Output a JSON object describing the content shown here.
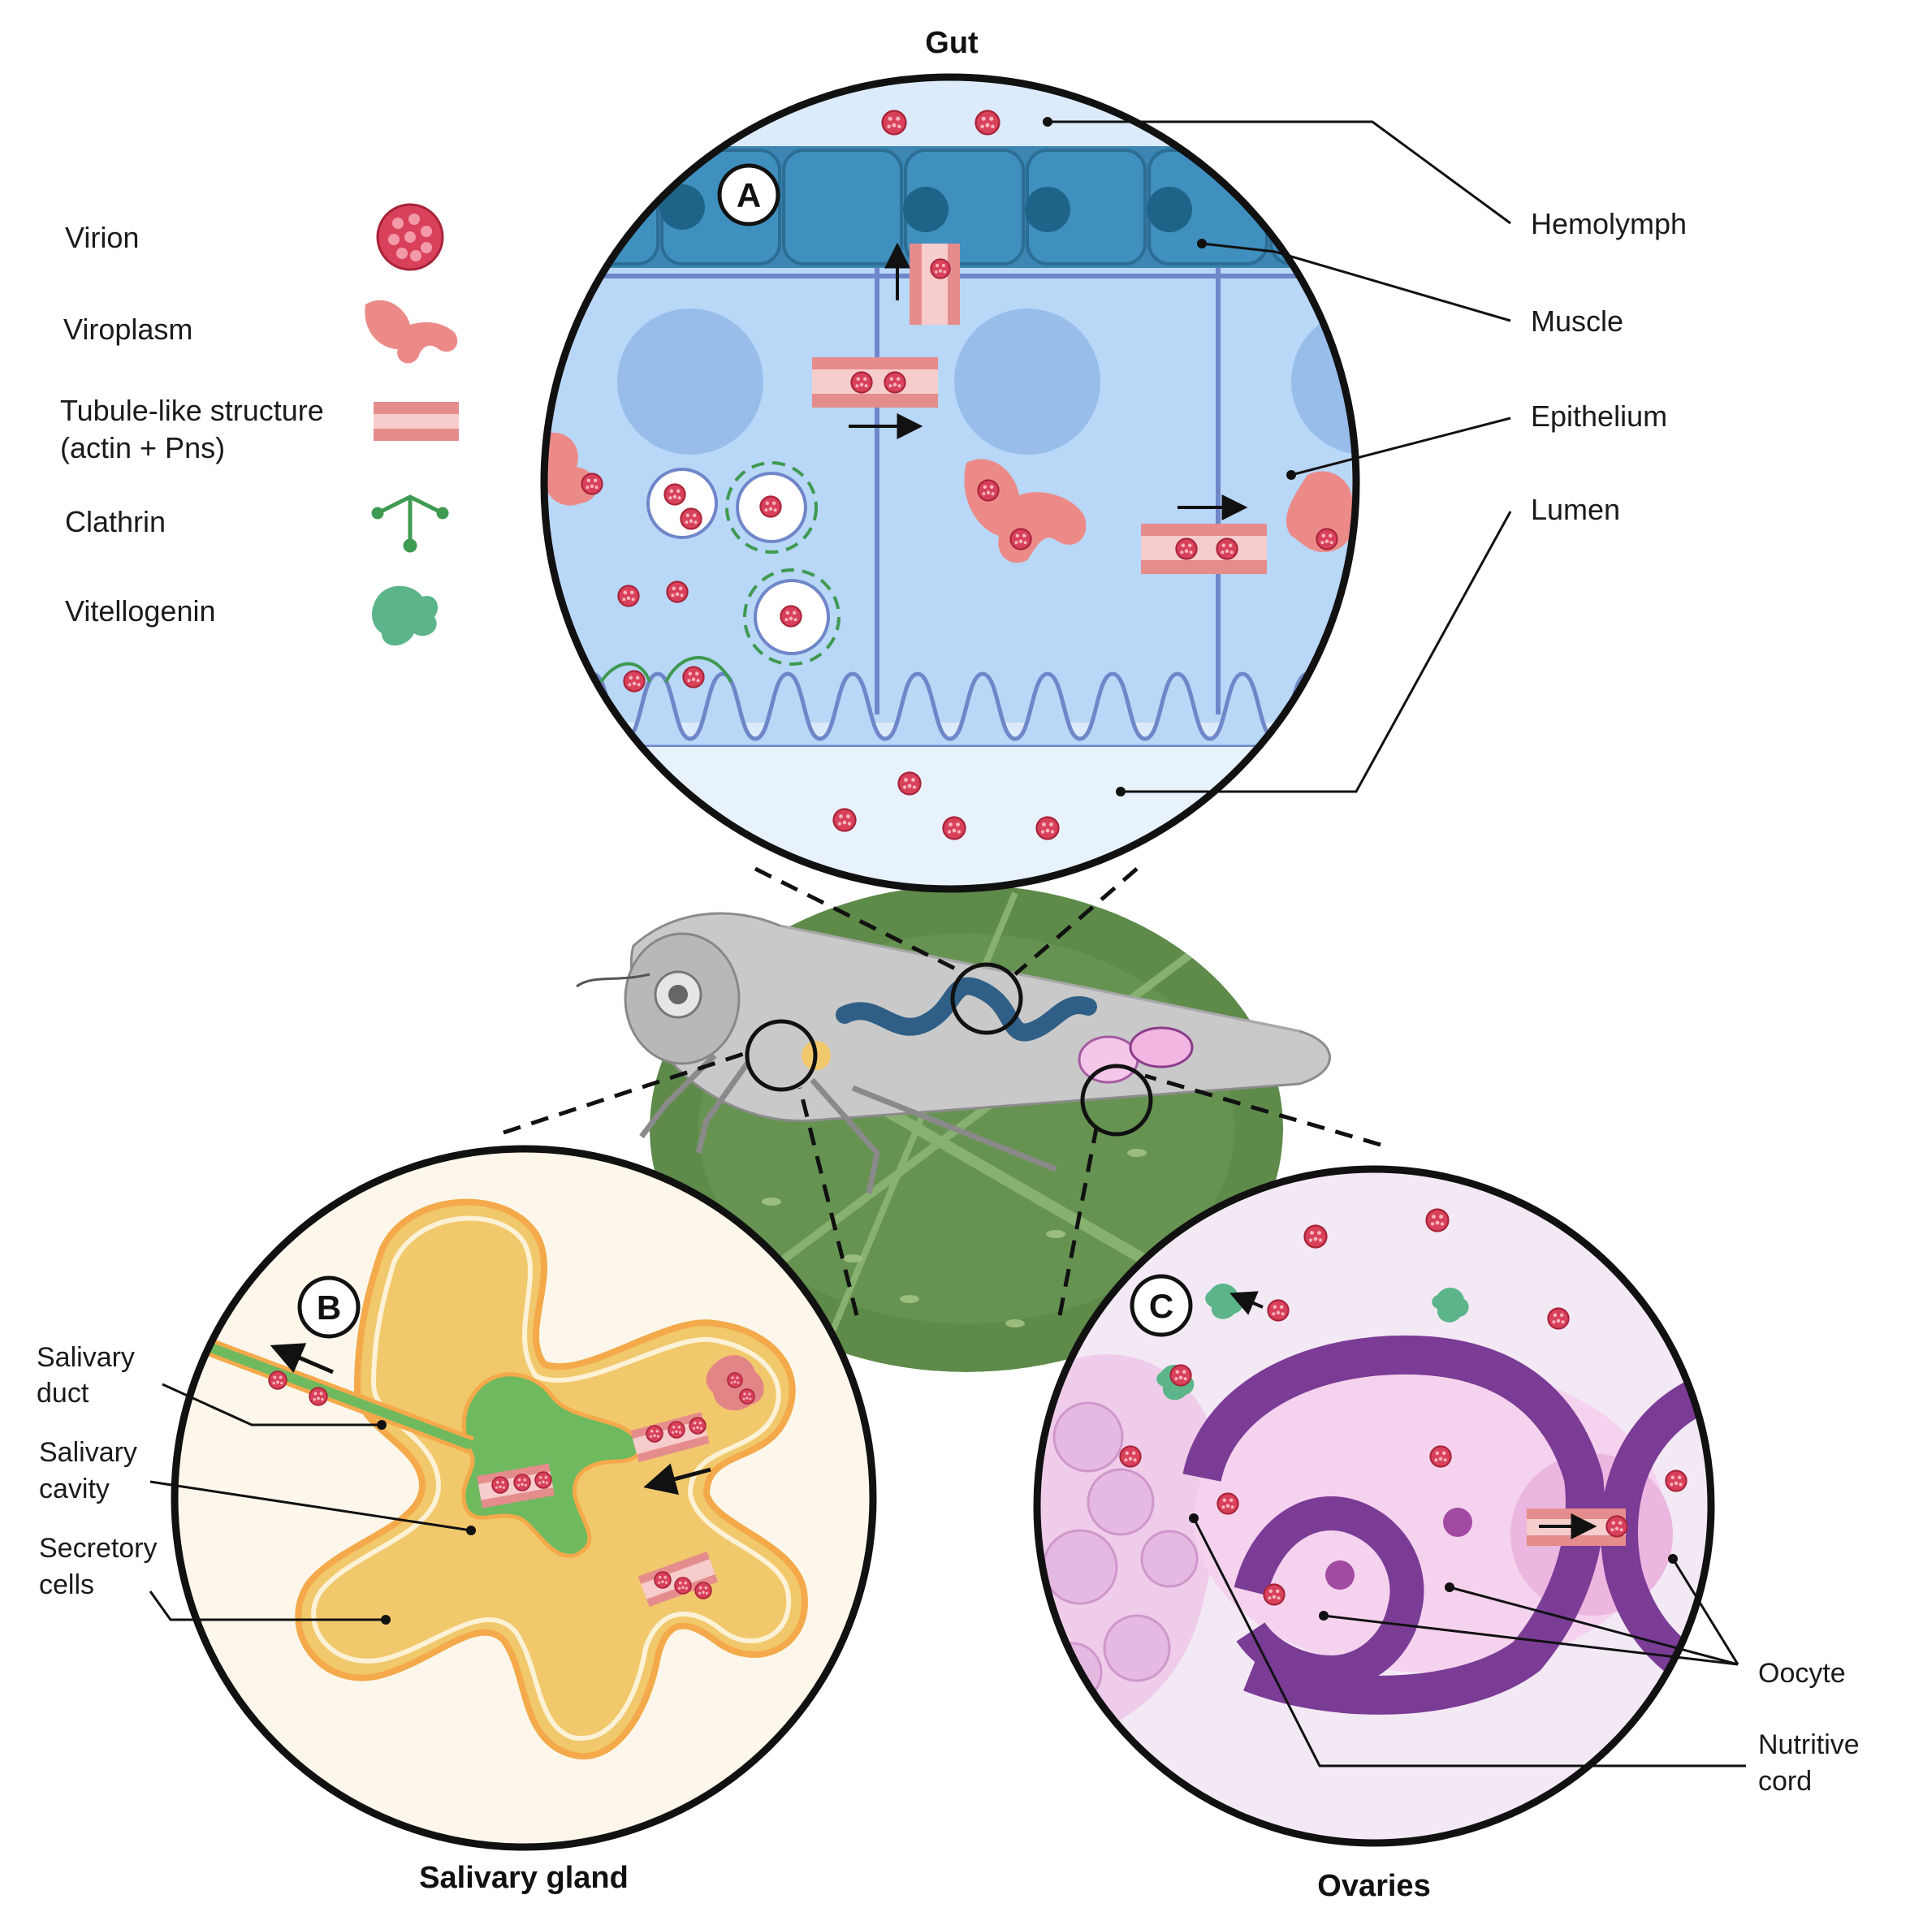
{
  "panels": {
    "gut": {
      "title": "Gut",
      "letter": "A"
    },
    "salivary": {
      "title": "Salivary gland",
      "letter": "B"
    },
    "ovaries": {
      "title": "Ovaries",
      "letter": "C"
    }
  },
  "legend": [
    {
      "label": "Virion",
      "icon": "virion-icon"
    },
    {
      "label": "Viroplasm",
      "icon": "viroplasm-icon"
    },
    {
      "label_line1": "Tubule-like structure",
      "label_line2": "(actin + Pns)",
      "icon": "tubule-icon"
    },
    {
      "label": "Clathrin",
      "icon": "clathrin-icon"
    },
    {
      "label": "Vitellogenin",
      "icon": "vitellogenin-icon"
    }
  ],
  "gut_labels": {
    "hemolymph": "Hemolymph",
    "muscle": "Muscle",
    "epithelium": "Epithelium",
    "lumen": "Lumen"
  },
  "salivary_labels": {
    "duct_line1": "Salivary",
    "duct_line2": "duct",
    "cavity_line1": "Salivary",
    "cavity_line2": "cavity",
    "secretory_line1": "Secretory",
    "secretory_line2": "cells"
  },
  "ovary_labels": {
    "oocyte": "Oocyte",
    "nutritive_line1": "Nutritive",
    "nutritive_line2": "cord"
  },
  "colors": {
    "virion": "#d9415a",
    "viroplasm": "#ec8a88",
    "tubule": "#e58c8c",
    "clathrin": "#3f9a52",
    "vitellogenin": "#5cb58a",
    "muscle": "#3b86b3",
    "epithelium": "#b9d7f7",
    "salivary_cells": "#f1c86c",
    "salivary_cavity": "#6fb95f",
    "ovary_follicle": "#7b3c96",
    "ovary_bg": "#f3e9f5",
    "leaf": "#5e8a4a"
  }
}
